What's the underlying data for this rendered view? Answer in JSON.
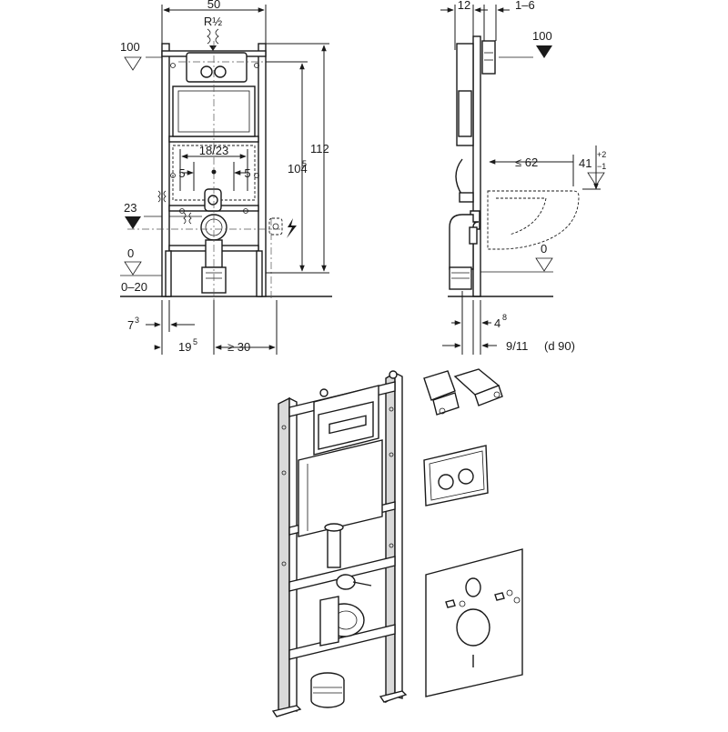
{
  "front_view": {
    "dim_width": "50",
    "thread_label": "R½",
    "level_100": "100",
    "level_23": "23",
    "level_0": "0",
    "floor_range": "0–20",
    "dim_total_height": "112",
    "dim_frame_height_main": "104",
    "dim_frame_height_sup": "5",
    "dim_anchor_spacing": "18/23",
    "dim_side_left": "5",
    "dim_side_right": "5",
    "dim_foot_offset_main": "7",
    "dim_foot_offset_sup": "3",
    "dim_drain_offset_main": "19",
    "dim_drain_offset_sup": "5",
    "dim_min_side": "≥ 30"
  },
  "side_view": {
    "dim_depth": "12",
    "dim_adjust": "1–6",
    "level_100": "100",
    "dim_max_bowl": "≤ 62",
    "dim_bowl_height_main": "41",
    "dim_bowl_tol_plus": "+2",
    "dim_bowl_tol_minus": "−1",
    "level_0": "0",
    "dim_pipe_offset_main": "4",
    "dim_pipe_offset_sup": "8",
    "dim_pipe_diameter": "9/11",
    "dim_pipe_note": "(d 90)"
  },
  "icons": {
    "water_supply": "water-tap-icon",
    "electrical": "lightning-icon",
    "floor_level": "level-triangle-icon"
  }
}
